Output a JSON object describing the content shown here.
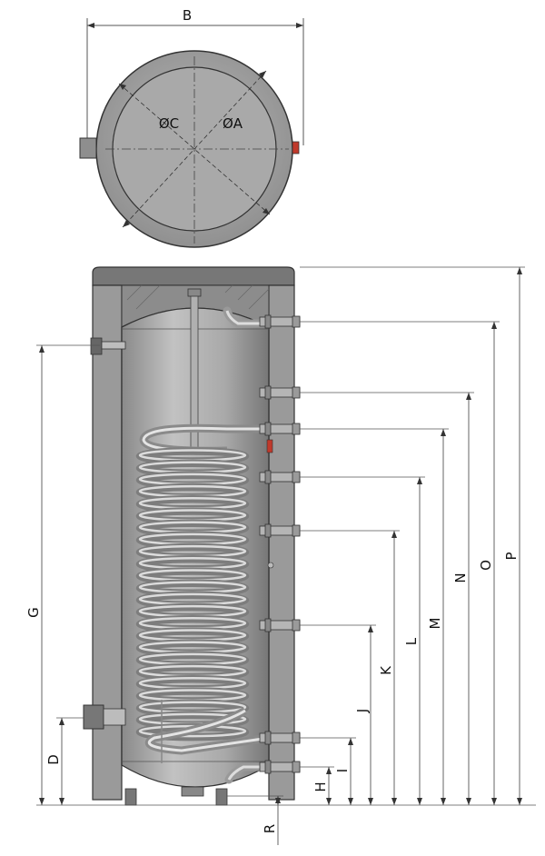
{
  "diagram": {
    "top_view": {
      "width_label": "B",
      "inner_diameter_label": "ØC",
      "outer_diameter_label": "ØA"
    },
    "side_view": {
      "left_labels": [
        "G",
        "D"
      ],
      "right_labels": [
        "P",
        "O",
        "N",
        "M",
        "L",
        "K",
        "J",
        "I",
        "H"
      ],
      "bottom_label": "R"
    }
  },
  "colors": {
    "outline": "#3a3a3a",
    "jacket": "#8f8f8f",
    "tank": "#a8a8a8",
    "coil": "#c9c9c9",
    "dimension_line": "#555555",
    "accent_red": "#c0392b"
  }
}
